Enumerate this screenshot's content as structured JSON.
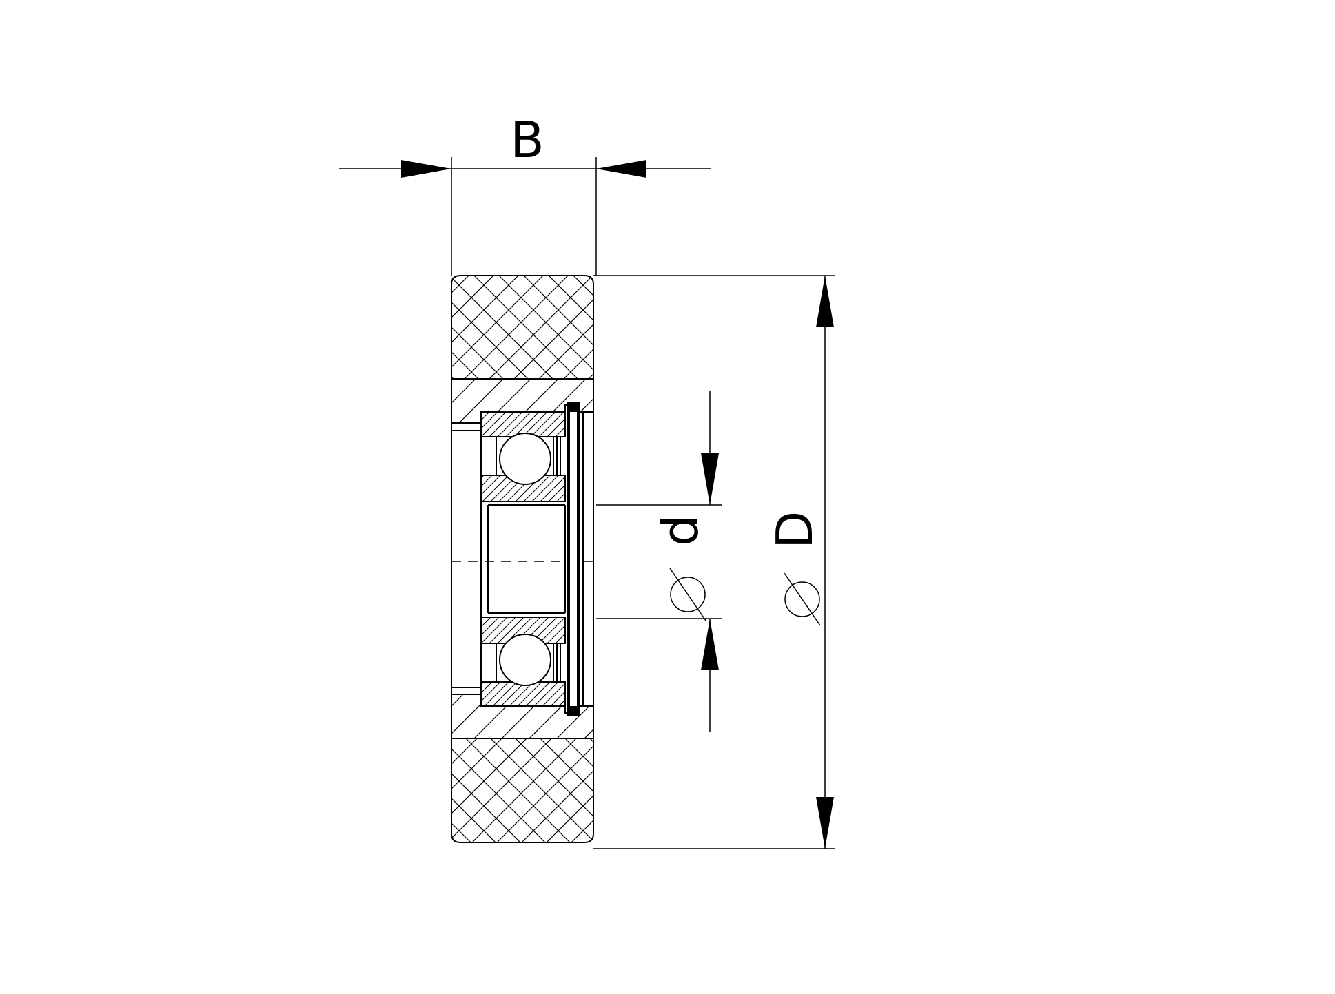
{
  "dimensions": {
    "width_label": "B",
    "bore_label": "d",
    "outer_label": "D"
  },
  "colors": {
    "line": "#000000",
    "background": "#ffffff"
  },
  "symbols": {
    "diameter": "diameter-symbol"
  }
}
